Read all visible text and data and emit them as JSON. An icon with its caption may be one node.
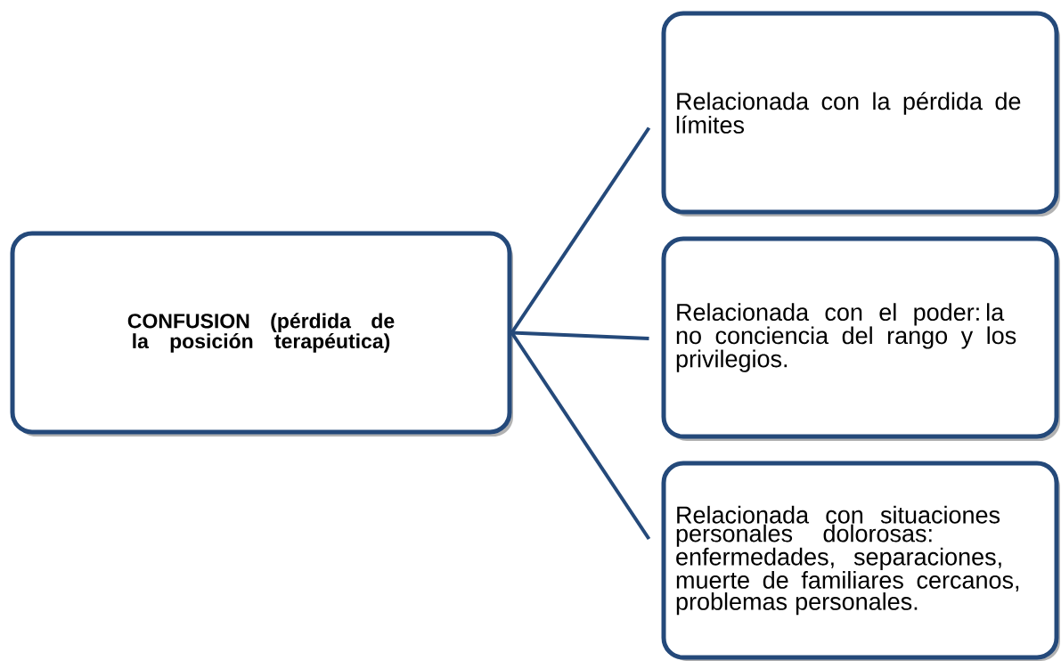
{
  "diagram": {
    "nodes": [
      {
        "text": [
          "CONFUSION (pérdida de la posición terapéutica)"
        ]
      },
      {
        "text": [
          "Relacionada con la pérdida de límites"
        ]
      },
      {
        "text": [
          "Relacionada con el  poder: la no conciencia del rango y los privilegios."
        ]
      },
      {
        "text": [
          "Relacionada con situaciones personales dolorosas: enfermedades, separaciones, muerte de familiares cercanos, problemas personales."
        ]
      }
    ],
    "edges": [
      {
        "from": 0,
        "to": 1,
        "arrow": "none"
      },
      {
        "from": 0,
        "to": 2,
        "arrow": "none"
      },
      {
        "from": 0,
        "to": 3,
        "arrow": "none"
      }
    ]
  }
}
